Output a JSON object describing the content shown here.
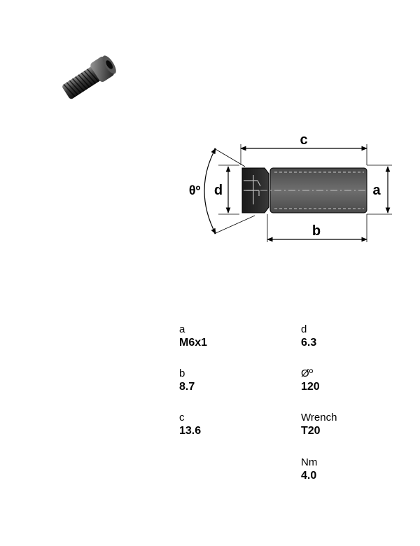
{
  "diagram": {
    "dim_c": "c",
    "dim_d": "d",
    "dim_a": "a",
    "dim_b": "b",
    "dim_theta": "θº"
  },
  "specs": {
    "a": {
      "label": "a",
      "value": "M6x1"
    },
    "b": {
      "label": "b",
      "value": "8.7"
    },
    "c": {
      "label": "c",
      "value": "13.6"
    },
    "d": {
      "label": "d",
      "value": "6.3"
    },
    "angle": {
      "label": "Øº",
      "value": "120"
    },
    "wrench": {
      "label": "Wrench",
      "value": "T20"
    },
    "torque": {
      "label": "Nm",
      "value": "4.0"
    }
  },
  "colors": {
    "screw_dark": "#2a2a2a",
    "screw_body": "#6b6b6b",
    "line": "#000000"
  }
}
